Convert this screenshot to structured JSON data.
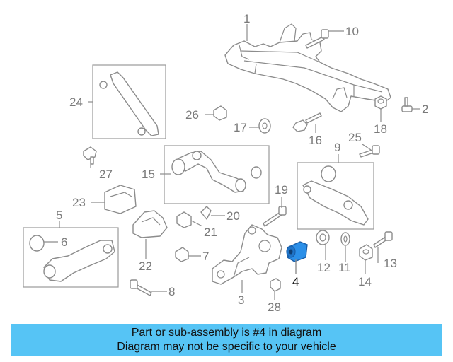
{
  "callouts": [
    "1",
    "2",
    "3",
    "4",
    "5",
    "6",
    "7",
    "8",
    "9",
    "10",
    "11",
    "12",
    "13",
    "14",
    "15",
    "16",
    "17",
    "18",
    "19",
    "20",
    "21",
    "22",
    "23",
    "24",
    "25",
    "26",
    "27",
    "28"
  ],
  "highlight_part": "4",
  "highlight_color": "#2b8fe8",
  "banner": {
    "line1": "Part or sub-assembly is #4 in diagram",
    "line2": "Diagram may not be specific to your vehicle",
    "background": "#56c4f5"
  }
}
